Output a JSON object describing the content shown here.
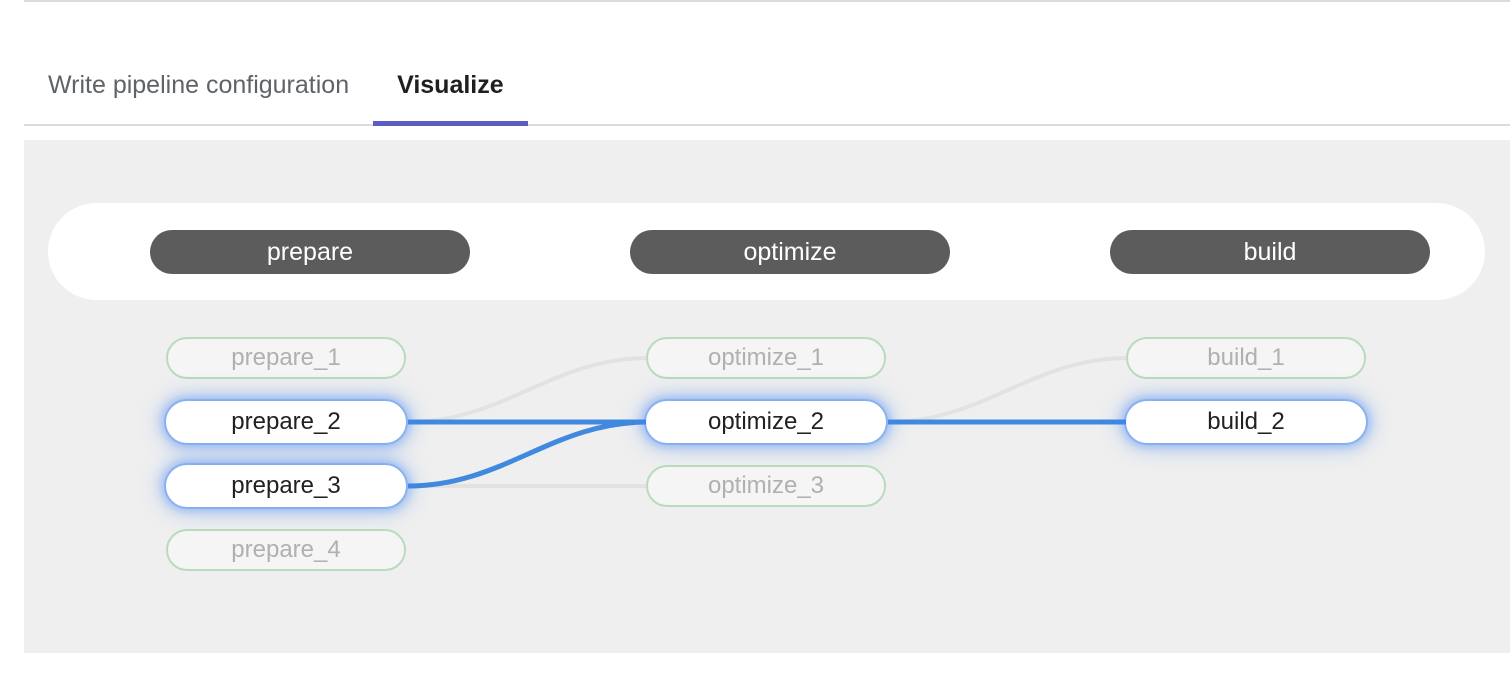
{
  "tabs": [
    {
      "label": "Write pipeline configuration",
      "active": false
    },
    {
      "label": "Visualize",
      "active": true
    }
  ],
  "colors": {
    "accent_underline": "#5c5cc7",
    "stage_pill_bg": "#5c5c5c",
    "active_edge": "#4285f4",
    "inactive_edge": "#e2e2e2",
    "inactive_node_border": "#b9dabd",
    "canvas_bg": "#efefef",
    "active_glow": "#4285f4"
  },
  "graph": {
    "stages": [
      {
        "name": "prepare"
      },
      {
        "name": "optimize"
      },
      {
        "name": "build"
      }
    ],
    "columns": [
      {
        "stage": "prepare",
        "nodes": [
          {
            "label": "prepare_1",
            "state": "inactive"
          },
          {
            "label": "prepare_2",
            "state": "active"
          },
          {
            "label": "prepare_3",
            "state": "active"
          },
          {
            "label": "prepare_4",
            "state": "inactive"
          }
        ]
      },
      {
        "stage": "optimize",
        "nodes": [
          {
            "label": "optimize_1",
            "state": "inactive"
          },
          {
            "label": "optimize_2",
            "state": "active"
          },
          {
            "label": "optimize_3",
            "state": "inactive"
          }
        ]
      },
      {
        "stage": "build",
        "nodes": [
          {
            "label": "build_1",
            "state": "inactive"
          },
          {
            "label": "build_2",
            "state": "active"
          }
        ]
      }
    ],
    "edges": [
      {
        "from": "prepare_2",
        "to": "optimize_1",
        "state": "inactive"
      },
      {
        "from": "prepare_2",
        "to": "optimize_2",
        "state": "active"
      },
      {
        "from": "prepare_3",
        "to": "optimize_2",
        "state": "active"
      },
      {
        "from": "prepare_3",
        "to": "optimize_3",
        "state": "inactive"
      },
      {
        "from": "optimize_2",
        "to": "build_1",
        "state": "inactive"
      },
      {
        "from": "optimize_2",
        "to": "build_2",
        "state": "active"
      }
    ]
  }
}
